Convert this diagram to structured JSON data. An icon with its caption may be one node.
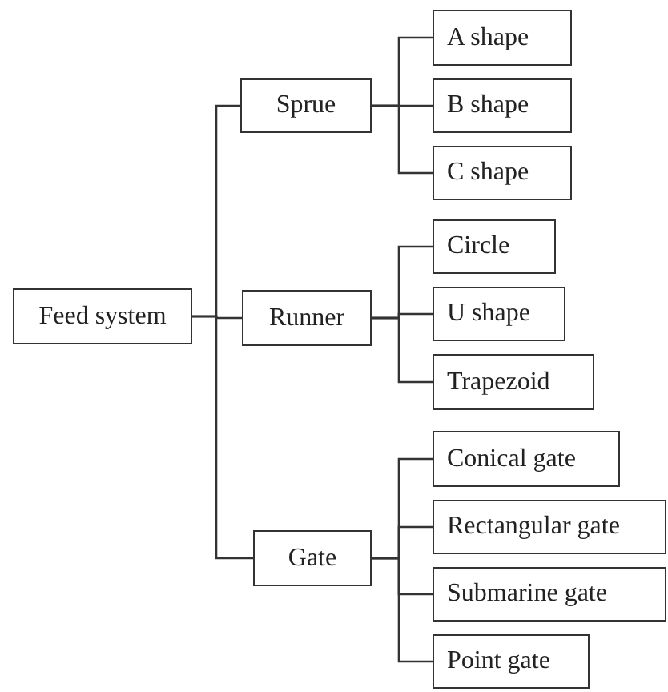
{
  "diagram": {
    "nodes": [
      {
        "text": [
          "Feed system"
        ]
      },
      {
        "text": [
          "Sprue"
        ]
      },
      {
        "text": [
          "A shape"
        ]
      },
      {
        "text": [
          "B shape"
        ]
      },
      {
        "text": [
          "C shape"
        ]
      },
      {
        "text": [
          "Runner"
        ]
      },
      {
        "text": [
          "Circle"
        ]
      },
      {
        "text": [
          "U shape"
        ]
      },
      {
        "text": [
          "Trapezoid"
        ]
      },
      {
        "text": [
          "Gate"
        ]
      },
      {
        "text": [
          "Conical gate"
        ]
      },
      {
        "text": [
          "Rectangular gate"
        ]
      },
      {
        "text": [
          "Submarine gate"
        ]
      },
      {
        "text": [
          "Point gate"
        ]
      }
    ],
    "edges": [
      {
        "from": 0,
        "to": 1,
        "arrow": "none"
      },
      {
        "from": 0,
        "to": 5,
        "arrow": "none"
      },
      {
        "from": 0,
        "to": 9,
        "arrow": "none"
      },
      {
        "from": 1,
        "to": 2,
        "arrow": "none"
      },
      {
        "from": 1,
        "to": 3,
        "arrow": "none"
      },
      {
        "from": 1,
        "to": 4,
        "arrow": "none"
      },
      {
        "from": 5,
        "to": 6,
        "arrow": "none"
      },
      {
        "from": 5,
        "to": 7,
        "arrow": "none"
      },
      {
        "from": 5,
        "to": 8,
        "arrow": "none"
      },
      {
        "from": 9,
        "to": 10,
        "arrow": "none"
      },
      {
        "from": 9,
        "to": 11,
        "arrow": "none"
      },
      {
        "from": 9,
        "to": 12,
        "arrow": "none"
      },
      {
        "from": 9,
        "to": 13,
        "arrow": "none"
      }
    ]
  }
}
